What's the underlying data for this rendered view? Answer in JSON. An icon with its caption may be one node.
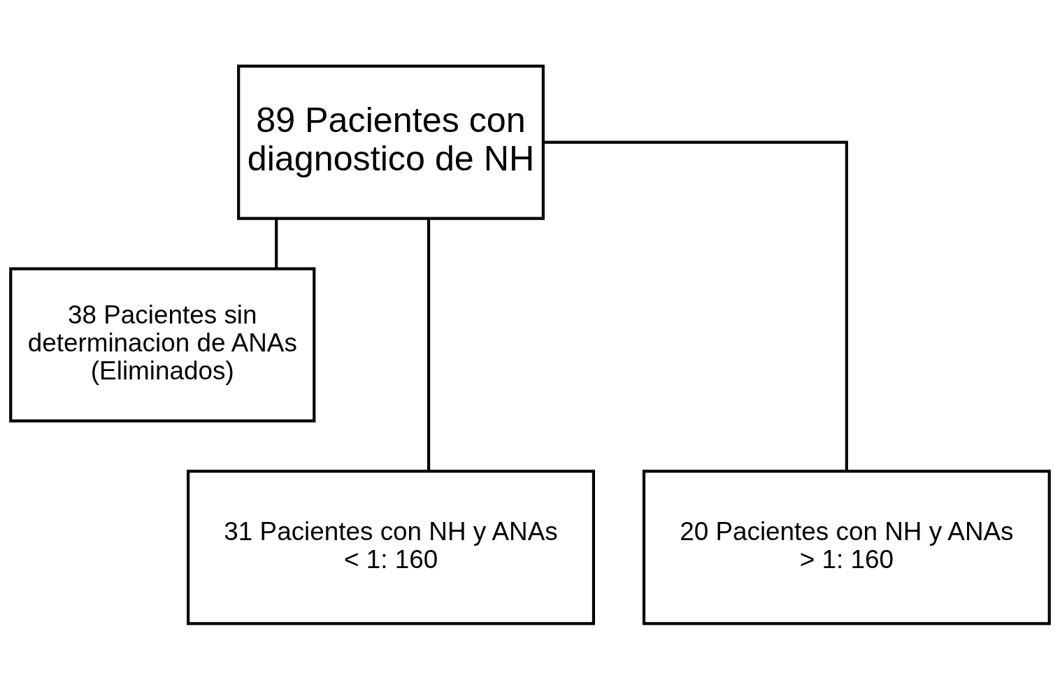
{
  "diagram": {
    "nodes": [
      {
        "text": [
          "89 Pacientes con diagnostico de NH"
        ]
      },
      {
        "text": [
          "38 Pacientes sin determinacion de ANAs (Eliminados)"
        ]
      },
      {
        "text": [
          "31 Pacientes con NH y ANAs < 1: 160"
        ]
      },
      {
        "text": [
          "20 Pacientes con NH y ANAs > 1: 160"
        ]
      }
    ],
    "edges": [
      {
        "from": 0,
        "to": 1,
        "arrow": "none"
      },
      {
        "from": 0,
        "to": 2,
        "arrow": "none"
      },
      {
        "from": 0,
        "to": 3,
        "arrow": "none"
      }
    ]
  }
}
